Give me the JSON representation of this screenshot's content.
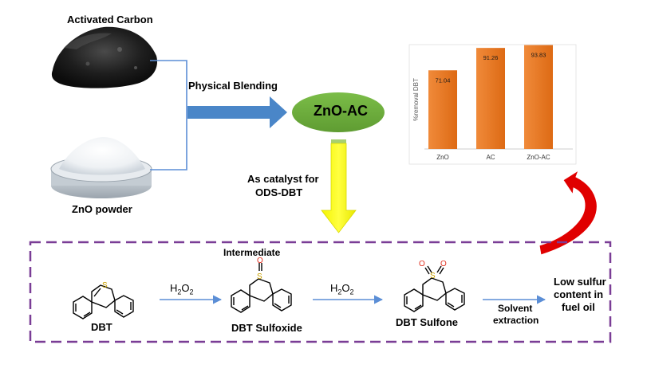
{
  "materials": {
    "activated_carbon_label": "Activated Carbon",
    "zno_powder_label": "ZnO powder"
  },
  "process": {
    "blending_label": "Physical Blending",
    "product_label": "ZnO-AC",
    "catalyst_note_line1": "As catalyst for",
    "catalyst_note_line2": "ODS-DBT"
  },
  "reaction": {
    "intermediate_label": "Intermediate",
    "dbt_label": "DBT",
    "oxidant_1": "H2O2",
    "sulfoxide_label": "DBT Sulfoxide",
    "oxidant_2": "H2O2",
    "sulfone_label": "DBT Sulfone",
    "extraction_line1": "Solvent",
    "extraction_line2": "extraction",
    "result_line1": "Low sulfur",
    "result_line2": "content in",
    "result_line3": "fuel oil",
    "sulfur_atom": "S",
    "oxygen_atom": "O"
  },
  "colors": {
    "bar": "#e8761f",
    "product_ellipse": "#6aaa3b",
    "blend_arrow": "#4a86c8",
    "catalyst_arrow": "#ffff00",
    "feedback_arrow": "#e00000",
    "dashed_box": "#7a3d96",
    "line": "#5b8ed6",
    "sulfur": "#c9a100",
    "oxygen": "#e03020"
  },
  "chart_data": {
    "type": "bar",
    "categories": [
      "ZnO",
      "AC",
      "ZnO-AC"
    ],
    "values": [
      71.04,
      91.26,
      93.83
    ],
    "value_labels": [
      "71.04",
      "91.26",
      "93.83"
    ],
    "ylabel": "%removal DBT",
    "ylim": [
      0,
      100
    ],
    "grid": false
  }
}
